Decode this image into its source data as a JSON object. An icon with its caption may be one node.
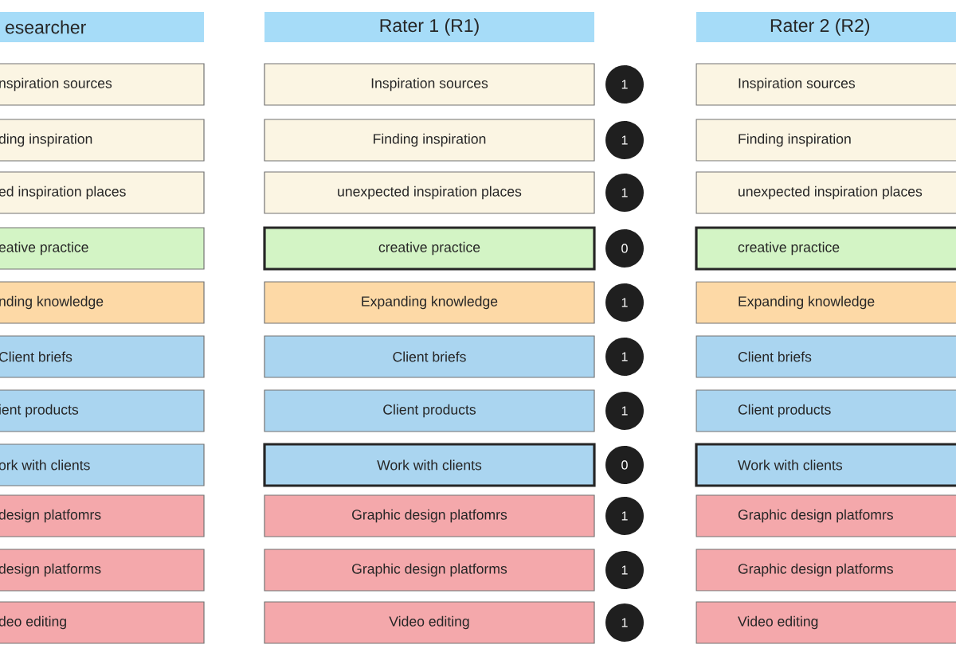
{
  "diagram": {
    "nodes": [
      {
        "text": [
          "esearcher"
        ]
      },
      {
        "text": [
          "Rater 1 (R1)"
        ]
      },
      {
        "text": [
          "Rater 2 (R2)"
        ]
      },
      {
        "text": [
          "nspiration sources"
        ]
      },
      {
        "text": [
          "Inspiration sources"
        ]
      },
      {
        "text": [
          "1"
        ]
      },
      {
        "text": [
          "Inspiration sources"
        ]
      },
      {
        "text": [
          "ding inspiration"
        ]
      },
      {
        "text": [
          "Finding inspiration"
        ]
      },
      {
        "text": [
          "1"
        ]
      },
      {
        "text": [
          "Finding inspiration"
        ]
      },
      {
        "text": [
          "ed inspiration places"
        ]
      },
      {
        "text": [
          "unexpected inspiration places"
        ]
      },
      {
        "text": [
          "1"
        ]
      },
      {
        "text": [
          "unexpected inspiration places"
        ]
      },
      {
        "text": [
          "eative practice"
        ]
      },
      {
        "text": [
          "creative practice"
        ]
      },
      {
        "text": [
          "0"
        ]
      },
      {
        "text": [
          "creative practice"
        ]
      },
      {
        "text": [
          "nding knowledge"
        ]
      },
      {
        "text": [
          "Expanding knowledge"
        ]
      },
      {
        "text": [
          "1"
        ]
      },
      {
        "text": [
          "Expanding knowledge"
        ]
      },
      {
        "text": [
          "Client briefs"
        ]
      },
      {
        "text": [
          "Client briefs"
        ]
      },
      {
        "text": [
          "1"
        ]
      },
      {
        "text": [
          "Client briefs"
        ]
      },
      {
        "text": [
          "ient products"
        ]
      },
      {
        "text": [
          "Client products"
        ]
      },
      {
        "text": [
          "1"
        ]
      },
      {
        "text": [
          "Client products"
        ]
      },
      {
        "text": [
          "ork with clients"
        ]
      },
      {
        "text": [
          "Work with clients"
        ]
      },
      {
        "text": [
          "0"
        ]
      },
      {
        "text": [
          "Work with clients"
        ]
      },
      {
        "text": [
          "design platfomrs"
        ]
      },
      {
        "text": [
          "Graphic design platfomrs"
        ]
      },
      {
        "text": [
          "1"
        ]
      },
      {
        "text": [
          "Graphic design platfomrs"
        ]
      },
      {
        "text": [
          "design platforms"
        ]
      },
      {
        "text": [
          "Graphic design platforms"
        ]
      },
      {
        "text": [
          "1"
        ]
      },
      {
        "text": [
          "Graphic design platforms"
        ]
      },
      {
        "text": [
          "deo editing"
        ]
      },
      {
        "text": [
          "Video editing"
        ]
      },
      {
        "text": [
          "1"
        ]
      },
      {
        "text": [
          "Video editing"
        ]
      }
    ]
  }
}
